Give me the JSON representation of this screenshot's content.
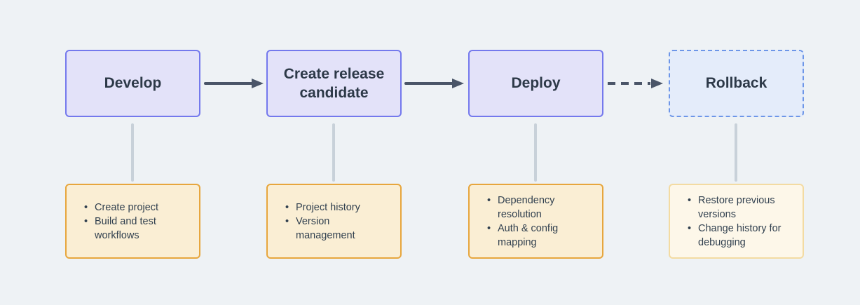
{
  "diagram": {
    "columns": [
      {
        "node": {
          "label": "Develop",
          "style": "solid-purple"
        },
        "details": [
          "Create project",
          "Build and test workflows"
        ]
      },
      {
        "node": {
          "label": "Create release candidate",
          "style": "solid-purple"
        },
        "details": [
          "Project history",
          "Version management"
        ]
      },
      {
        "node": {
          "label": "Deploy",
          "style": "solid-purple"
        },
        "details": [
          "Dependency resolution",
          "Auth & config mapping"
        ]
      },
      {
        "node": {
          "label": "Rollback",
          "style": "dashed-blue"
        },
        "details": [
          "Restore previous versions",
          "Change history for debugging"
        ]
      }
    ],
    "arrows": [
      {
        "from": "Develop",
        "to": "Create release candidate",
        "style": "solid"
      },
      {
        "from": "Create release candidate",
        "to": "Deploy",
        "style": "solid"
      },
      {
        "from": "Deploy",
        "to": "Rollback",
        "style": "dashed"
      }
    ],
    "colors": {
      "background": "#eef2f5",
      "node_fill": "#e3e2f9",
      "node_border": "#7479ed",
      "rollback_fill": "#e4ecfa",
      "rollback_border": "#6d96e8",
      "detail_fill": "#faeed4",
      "detail_border": "#e7a63d",
      "detail_muted_fill": "#fdf7e9",
      "detail_muted_border": "#f3dba2",
      "arrow": "#4a5568",
      "connector": "#c8d1d9",
      "heading_text": "#2d3948",
      "body_text": "#31404f"
    }
  }
}
